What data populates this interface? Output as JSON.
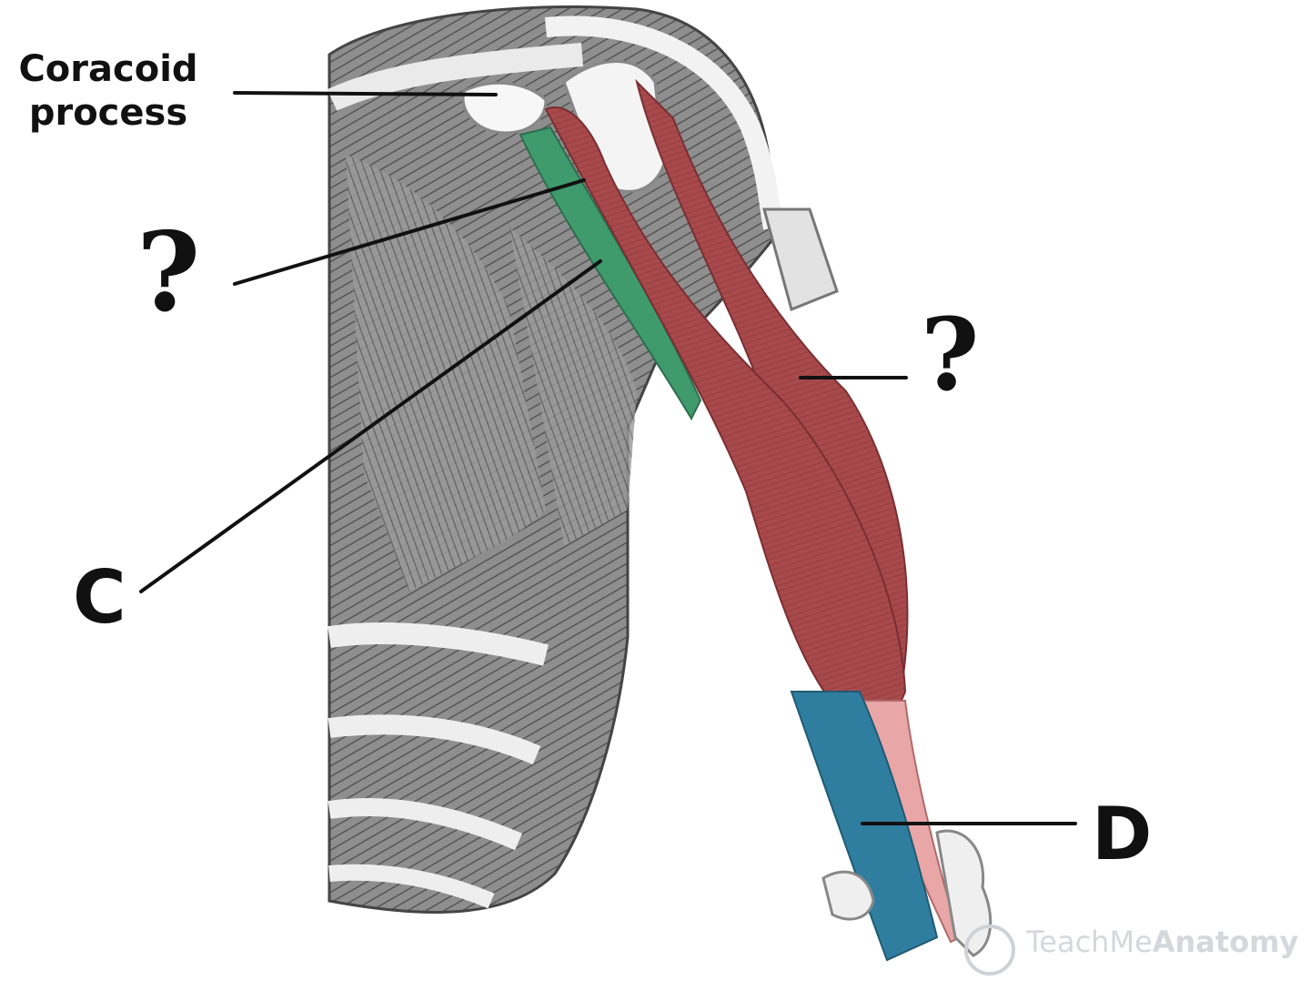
{
  "labels": {
    "coracoid_line1": "Coracoid",
    "coracoid_line2": "process",
    "unknown_1": "?",
    "unknown_2": "?",
    "c": "C",
    "d": "D"
  },
  "watermark": {
    "symbol": "©",
    "part1": "TeachMe",
    "part2": "Anatomy"
  },
  "colors": {
    "coracobrachialis": "#3f9a6c",
    "biceps": "#a8494c",
    "brachialis": "#2f7ea0",
    "bone": "#f4f4f4",
    "shading": "#7a7a7a"
  }
}
